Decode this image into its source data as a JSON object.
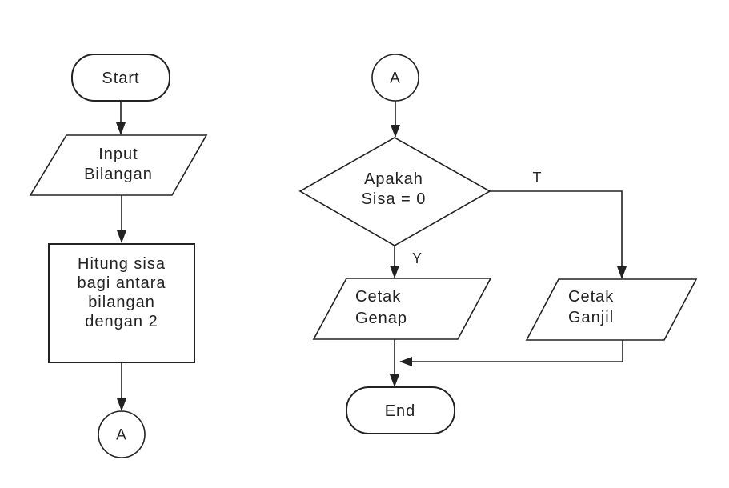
{
  "diagram": {
    "background_color": "#ffffff",
    "stroke_color": "#222222",
    "text_color": "#222222",
    "nodes": {
      "start": {
        "type": "terminator",
        "label": "Start"
      },
      "input": {
        "type": "input-output",
        "lines": [
          "Input",
          "Bilangan"
        ]
      },
      "process": {
        "type": "process",
        "lines": [
          "Hitung sisa",
          "bagi antara",
          "bilangan",
          "dengan 2"
        ]
      },
      "connector_left": {
        "type": "connector",
        "label": "A"
      },
      "connector_right": {
        "type": "connector",
        "label": "A"
      },
      "decision": {
        "type": "decision",
        "lines": [
          "Apakah",
          "Sisa = 0"
        ]
      },
      "print_even": {
        "type": "input-output",
        "lines": [
          "Cetak",
          "Genap"
        ]
      },
      "print_odd": {
        "type": "input-output",
        "lines": [
          "Cetak",
          "Ganjil"
        ]
      },
      "end": {
        "type": "terminator",
        "label": "End"
      }
    },
    "edges": {
      "yes_label": "Y",
      "no_label": "T"
    }
  }
}
